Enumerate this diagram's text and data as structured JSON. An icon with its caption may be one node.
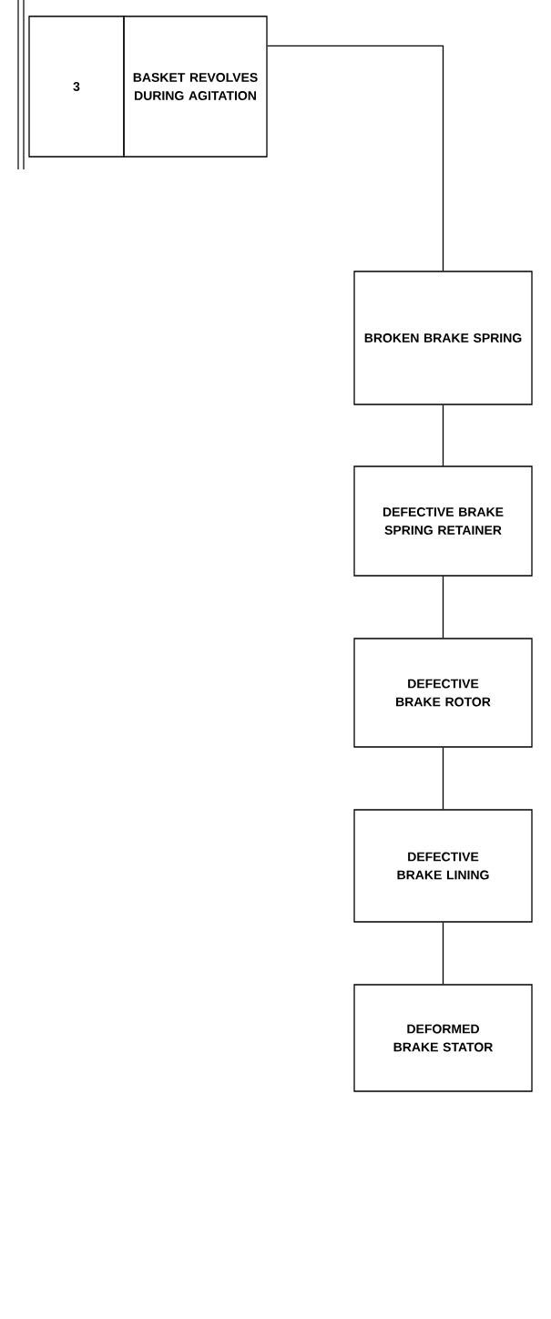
{
  "diagram": {
    "nodes": [
      {
        "text": [
          "3"
        ]
      },
      {
        "text": [
          "BASKET REVOLVES DURING AGITATION"
        ]
      },
      {
        "text": [
          "BROKEN BRAKE SPRING"
        ]
      },
      {
        "text": [
          "DEFECTIVE BRAKE SPRING RETAINER"
        ]
      },
      {
        "text": [
          "DEFECTIVE BRAKE ROTOR"
        ]
      },
      {
        "text": [
          "DEFECTIVE BRAKE LINING"
        ]
      },
      {
        "text": [
          "DEFORMED BRAKE STATOR"
        ]
      }
    ],
    "edges": [
      {
        "from": 1,
        "to": 2,
        "arrow": "none"
      },
      {
        "from": 2,
        "to": 3,
        "arrow": "none"
      },
      {
        "from": 3,
        "to": 4,
        "arrow": "none"
      },
      {
        "from": 4,
        "to": 5,
        "arrow": "none"
      },
      {
        "from": 5,
        "to": 6,
        "arrow": "none"
      }
    ]
  }
}
